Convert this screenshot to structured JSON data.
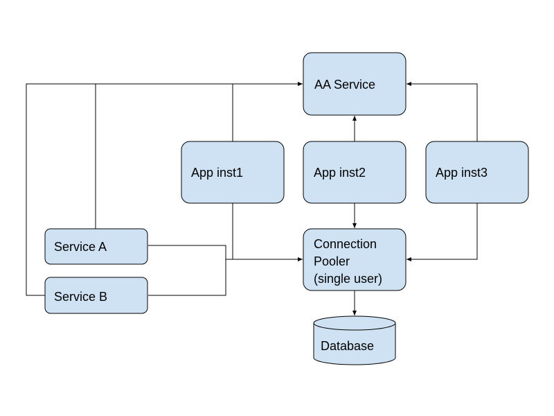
{
  "diagram": {
    "nodes": {
      "aa_service": {
        "label": "AA Service"
      },
      "app_inst1": {
        "label": "App inst1"
      },
      "app_inst2": {
        "label": "App inst2"
      },
      "app_inst3": {
        "label": "App inst3"
      },
      "service_a": {
        "label": "Service A"
      },
      "service_b": {
        "label": "Service B"
      },
      "connection_pooler": {
        "lines": [
          "Connection",
          "Pooler",
          "(single user)"
        ]
      },
      "database": {
        "label": "Database"
      }
    },
    "edges": [
      {
        "from": "service_b",
        "to": "aa_service"
      },
      {
        "from": "service_a",
        "to": "aa_service"
      },
      {
        "from": "app_inst1",
        "to": "aa_service"
      },
      {
        "from": "app_inst2",
        "to": "aa_service"
      },
      {
        "from": "app_inst3",
        "to": "aa_service"
      },
      {
        "from": "service_a",
        "to": "connection_pooler"
      },
      {
        "from": "service_b",
        "to": "connection_pooler"
      },
      {
        "from": "app_inst1",
        "to": "connection_pooler"
      },
      {
        "from": "app_inst2",
        "to": "connection_pooler"
      },
      {
        "from": "app_inst3",
        "to": "connection_pooler"
      },
      {
        "from": "connection_pooler",
        "to": "database"
      }
    ],
    "colors": {
      "node_fill": "#cfe2f3",
      "stroke": "#000000"
    }
  }
}
